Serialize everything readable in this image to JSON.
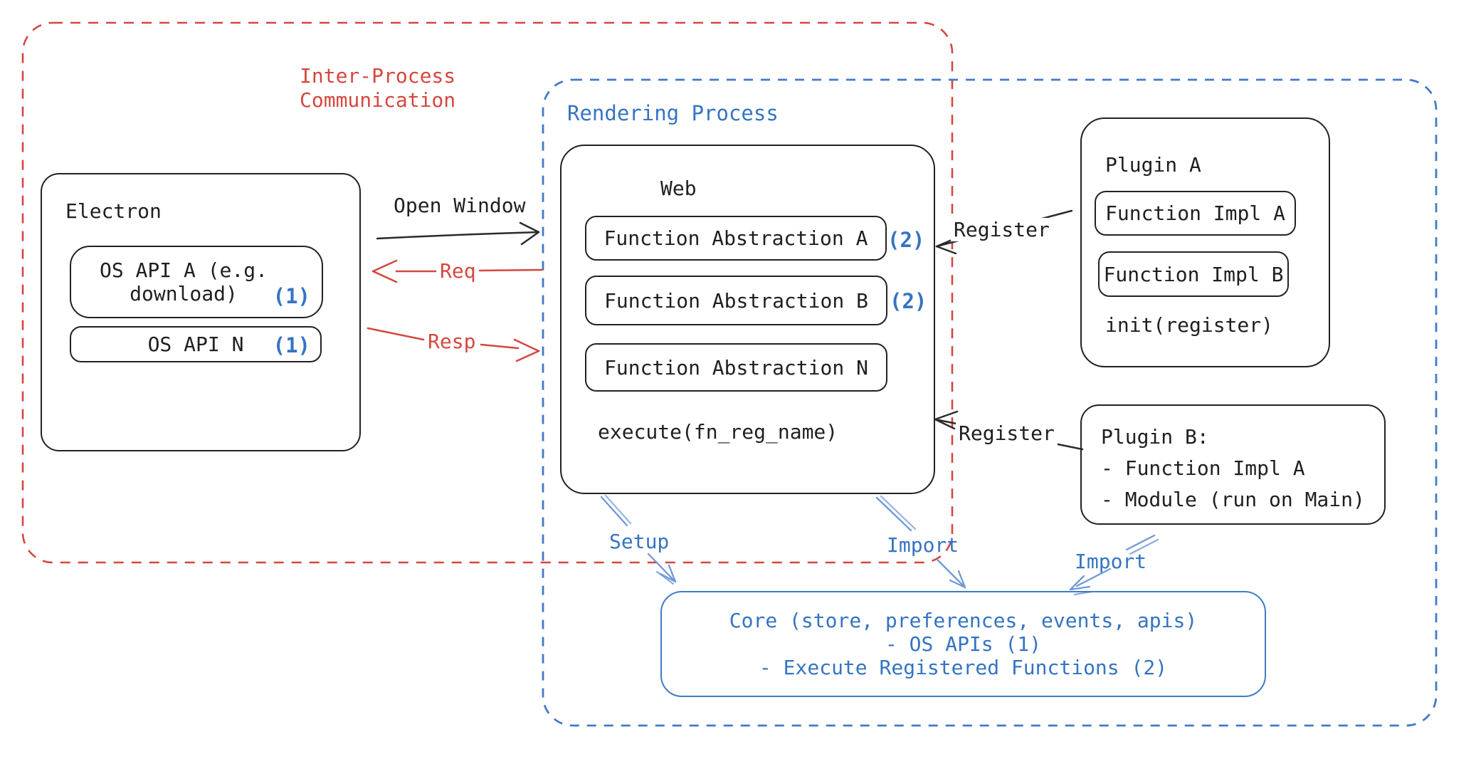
{
  "labels": {
    "ipc_line1": "Inter-Process",
    "ipc_line2": "Communication",
    "rendering": "Rendering Process"
  },
  "electron": {
    "title": "Electron",
    "api_a_line1": "OS API A (e.g.",
    "api_a_line2": "download)",
    "api_a_badge": "(1)",
    "api_n": "OS API N",
    "api_n_badge": "(1)"
  },
  "web": {
    "title": "Web",
    "fa_a": "Function Abstraction A",
    "fa_a_badge": "(2)",
    "fa_b": "Function Abstraction B",
    "fa_b_badge": "(2)",
    "fa_n": "Function Abstraction N",
    "execute": "execute(fn_reg_name)"
  },
  "plugin_a": {
    "title": "Plugin A",
    "impl_a": "Function Impl A",
    "impl_b": "Function Impl B",
    "init": "init(register)"
  },
  "plugin_b": {
    "line1": "Plugin B:",
    "line2": "- Function Impl A",
    "line3": "- Module (run on Main)"
  },
  "core": {
    "line1": "Core (store, preferences, events, apis)",
    "line2": "- OS APIs (1)",
    "line3": "- Execute Registered Functions (2)"
  },
  "arrows": {
    "open_window": "Open Window",
    "req": "Req",
    "resp": "Resp",
    "register1": "Register",
    "register2": "Register",
    "setup": "Setup",
    "import1": "Import",
    "import2": "Import"
  },
  "colors": {
    "red": "#d5473f",
    "blue_text": "#3574c2",
    "blue_dashed_border": "#4379cb",
    "blue_arrow": "#7097d6",
    "ink": "#1f1f1f"
  }
}
